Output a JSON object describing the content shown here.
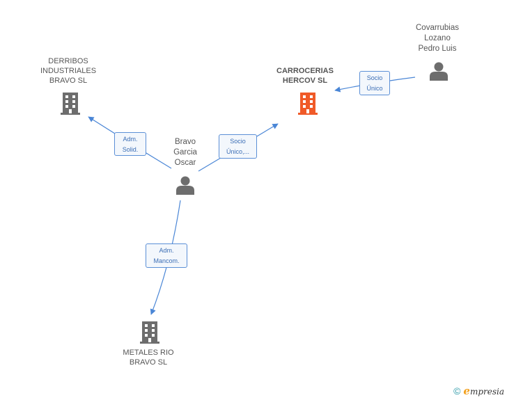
{
  "nodes": {
    "carrocerias": {
      "label": "CARROCERIAS\nHERCOV SL",
      "type": "company",
      "highlight": true,
      "color": "#f05a28"
    },
    "derribos": {
      "label": "DERRIBOS\nINDUSTRIALES\nBRAVO SL",
      "type": "company",
      "color": "#6d6d6d"
    },
    "metales": {
      "label": "METALES RIO\nBRAVO SL",
      "type": "company",
      "color": "#6d6d6d"
    },
    "bravo": {
      "label": "Bravo\nGarcia\nOscar",
      "type": "person",
      "color": "#6d6d6d"
    },
    "covarrubias": {
      "label": "Covarrubias\nLozano\nPedro Luis",
      "type": "person",
      "color": "#6d6d6d"
    }
  },
  "edges": [
    {
      "from": "bravo",
      "to": "derribos",
      "label": "Adm.\nSolid."
    },
    {
      "from": "bravo",
      "to": "carrocerias",
      "label": "Socio\nÚnico,..."
    },
    {
      "from": "bravo",
      "to": "metales",
      "label": "Adm.\nMancom."
    },
    {
      "from": "covarrubias",
      "to": "carrocerias",
      "label": "Socio\nÚnico"
    }
  ],
  "footer": {
    "copyright": "©",
    "brand_initial": "e",
    "brand_rest": "mpresia"
  },
  "colors": {
    "edge": "#4a86d6",
    "label_border": "#5b8fd6",
    "label_text": "#3a6db5"
  }
}
